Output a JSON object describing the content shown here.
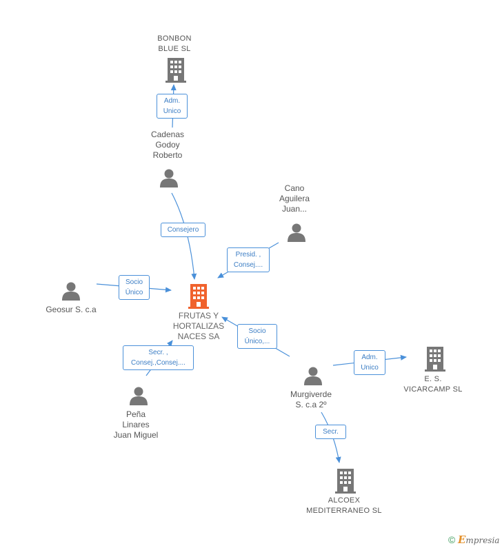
{
  "nodes": {
    "bonbon": {
      "label": [
        "BONBON",
        "BLUE  SL"
      ],
      "type": "company"
    },
    "cadenas": {
      "label": [
        "Cadenas",
        "Godoy",
        "Roberto"
      ],
      "type": "person"
    },
    "cano": {
      "label": [
        "Cano",
        "Aguilera",
        "Juan..."
      ],
      "type": "person"
    },
    "geosur": {
      "label": [
        "Geosur S. c.a"
      ],
      "type": "person"
    },
    "frutas": {
      "label": [
        "FRUTAS Y",
        "HORTALIZAS",
        "NACES SA"
      ],
      "type": "main-company"
    },
    "pena": {
      "label": [
        "Peña",
        "Linares",
        "Juan Miguel"
      ],
      "type": "person"
    },
    "murgiverde": {
      "label": [
        "Murgiverde",
        "S. c.a 2º"
      ],
      "type": "person"
    },
    "vicarcamp": {
      "label": [
        "E. S.",
        "VICARCAMP  SL"
      ],
      "type": "company"
    },
    "alcoex": {
      "label": [
        "ALCOEX",
        "MEDITERRANEO SL"
      ],
      "type": "company"
    }
  },
  "edges": {
    "adm_bonbon": [
      "Adm.",
      "Unico"
    ],
    "consejero": [
      "Consejero"
    ],
    "presid": [
      "Presid. ,",
      "Consej...."
    ],
    "socio_geosur": [
      "Socio",
      "Único"
    ],
    "socio_murgi": [
      "Socio",
      "Único,..."
    ],
    "secr_pena": [
      "Secr. ,",
      "Consej.,Consej...."
    ],
    "adm_vicar": [
      "Adm.",
      "Unico"
    ],
    "secr_alcoex": [
      "Secr."
    ]
  },
  "colors": {
    "edge": "#4a90d9",
    "edge_text": "#3b7dc4",
    "icon_gray": "#777777",
    "main_company": "#f0622d"
  },
  "footer": {
    "symbol": "©",
    "brand_initial": "E",
    "brand_rest": "mpresia"
  }
}
